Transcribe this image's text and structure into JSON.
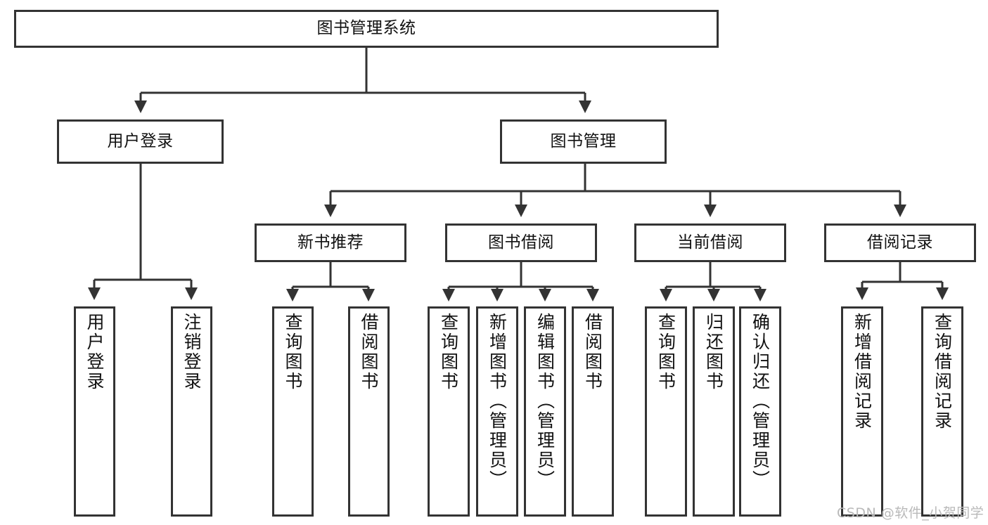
{
  "diagram": {
    "title": "图书管理系统",
    "type": "hierarchy-tree",
    "watermark": "CSDN @软件_小贺同学",
    "colors": {
      "box_border": "#333333",
      "box_fill": "#ffffff",
      "connector": "#333333",
      "text": "#111111",
      "watermark": "#b9b9b9",
      "background": "#ffffff"
    },
    "nodes": {
      "root": {
        "label": "图书管理系统"
      },
      "level1": [
        {
          "id": "user-login",
          "label": "用户登录"
        },
        {
          "id": "book-manage",
          "label": "图书管理"
        }
      ],
      "level2": [
        {
          "id": "new-book-rec",
          "label": "新书推荐"
        },
        {
          "id": "book-borrow",
          "label": "图书借阅"
        },
        {
          "id": "current-borrow",
          "label": "当前借阅"
        },
        {
          "id": "borrow-record",
          "label": "借阅记录"
        }
      ],
      "leaves": {
        "user-login": [
          {
            "id": "leaf-user-login",
            "label": "用户登录"
          },
          {
            "id": "leaf-logout-login",
            "label": "注销登录"
          }
        ],
        "new-book-rec": [
          {
            "id": "leaf-query-book-1",
            "label": "查询图书"
          },
          {
            "id": "leaf-borrow-book-1",
            "label": "借阅图书"
          }
        ],
        "book-borrow": [
          {
            "id": "leaf-query-book-2",
            "label": "查询图书"
          },
          {
            "id": "leaf-add-book",
            "label": "新增图书（管理员）"
          },
          {
            "id": "leaf-edit-book",
            "label": "编辑图书（管理员）"
          },
          {
            "id": "leaf-borrow-book-2",
            "label": "借阅图书"
          }
        ],
        "current-borrow": [
          {
            "id": "leaf-query-book-3",
            "label": "查询图书"
          },
          {
            "id": "leaf-return-book",
            "label": "归还图书"
          },
          {
            "id": "leaf-confirm-return",
            "label": "确认归还（管理员）"
          }
        ],
        "borrow-record": [
          {
            "id": "leaf-add-record",
            "label": "新增借阅记录"
          },
          {
            "id": "leaf-query-record",
            "label": "查询借阅记录"
          }
        ]
      }
    }
  }
}
